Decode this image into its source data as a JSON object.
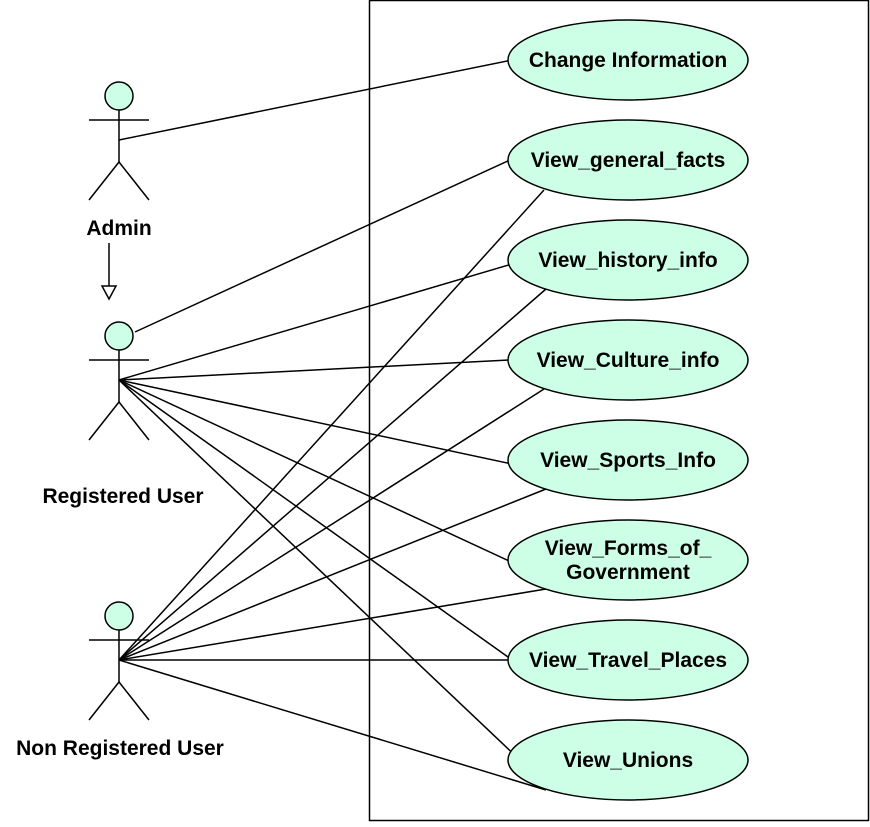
{
  "colors": {
    "fill": "#ccffe6",
    "stroke": "#000000",
    "background": "#ffffff"
  },
  "actors": [
    {
      "id": "admin",
      "label": "Admin"
    },
    {
      "id": "registered",
      "label": "Registered User"
    },
    {
      "id": "nonregistered",
      "label": "Non Registered User"
    }
  ],
  "use_cases": [
    {
      "id": "change_info",
      "lines": [
        "Change Information"
      ]
    },
    {
      "id": "general_facts",
      "lines": [
        "View_general_facts"
      ]
    },
    {
      "id": "history_info",
      "lines": [
        "View_history_info"
      ]
    },
    {
      "id": "culture_info",
      "lines": [
        "View_Culture_info"
      ]
    },
    {
      "id": "sports_info",
      "lines": [
        "View_Sports_Info"
      ]
    },
    {
      "id": "forms_gov",
      "lines": [
        "View_Forms_of_",
        "Government"
      ]
    },
    {
      "id": "travel_places",
      "lines": [
        "View_Travel_Places"
      ]
    },
    {
      "id": "unions",
      "lines": [
        "View_Unions"
      ]
    }
  ],
  "generalizations": [
    {
      "from": "admin",
      "to": "registered"
    }
  ],
  "associations": [
    {
      "actor": "admin",
      "use_case": "change_info"
    },
    {
      "actor": "registered",
      "use_case": "general_facts"
    },
    {
      "actor": "registered",
      "use_case": "history_info"
    },
    {
      "actor": "registered",
      "use_case": "culture_info"
    },
    {
      "actor": "registered",
      "use_case": "sports_info"
    },
    {
      "actor": "registered",
      "use_case": "forms_gov"
    },
    {
      "actor": "registered",
      "use_case": "travel_places"
    },
    {
      "actor": "registered",
      "use_case": "unions"
    },
    {
      "actor": "nonregistered",
      "use_case": "general_facts"
    },
    {
      "actor": "nonregistered",
      "use_case": "history_info"
    },
    {
      "actor": "nonregistered",
      "use_case": "culture_info"
    },
    {
      "actor": "nonregistered",
      "use_case": "sports_info"
    },
    {
      "actor": "nonregistered",
      "use_case": "forms_gov"
    },
    {
      "actor": "nonregistered",
      "use_case": "travel_places"
    },
    {
      "actor": "nonregistered",
      "use_case": "unions"
    }
  ]
}
